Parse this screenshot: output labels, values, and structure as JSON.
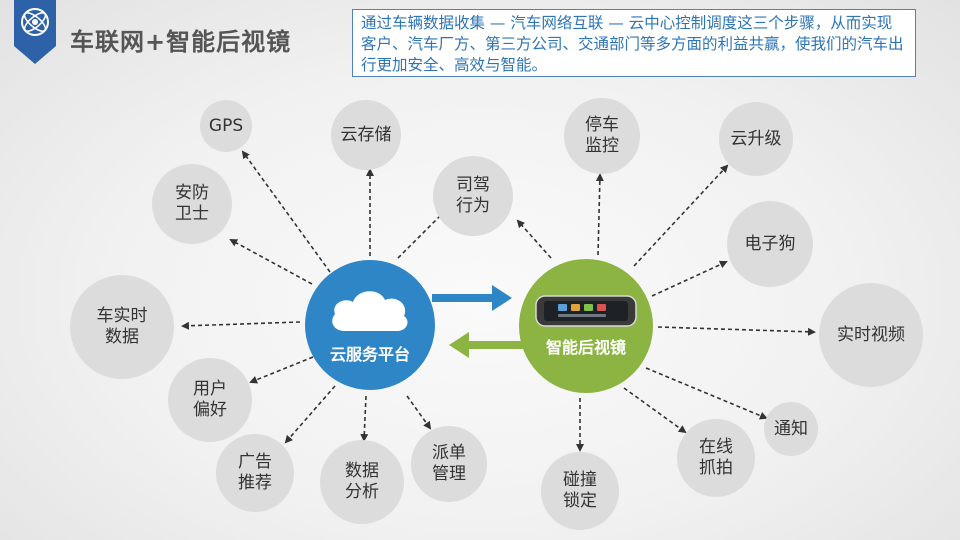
{
  "header": {
    "title": "车联网+智能后视镜",
    "intro": "通过车辆数据收集 — 汽车网络互联 — 云中心控制调度这三个步骤，从而实现客户、汽车厂方、第三方公司、交通部门等多方面的利益共赢，使我们的汽车出行更加安全、高效与智能。"
  },
  "hubs": {
    "cloud": "云服务平台",
    "mirror": "智能后视镜"
  },
  "cloud_nodes": [
    "GPS",
    "云存储",
    "安防\n卫士",
    "司驾\n行为",
    "车实时\n数据",
    "用户\n偏好",
    "广告\n推荐",
    "数据\n分析",
    "派单\n管理"
  ],
  "mirror_nodes": [
    "停车\n监控",
    "云升级",
    "电子狗",
    "实时视频",
    "通知",
    "在线\n抓拍",
    "碰撞\n锁定"
  ],
  "colors": {
    "cloud_hub": "#2f86c6",
    "mirror_hub": "#8cb442",
    "node": "#dcdcdc",
    "intro_text": "#2e75b6"
  }
}
